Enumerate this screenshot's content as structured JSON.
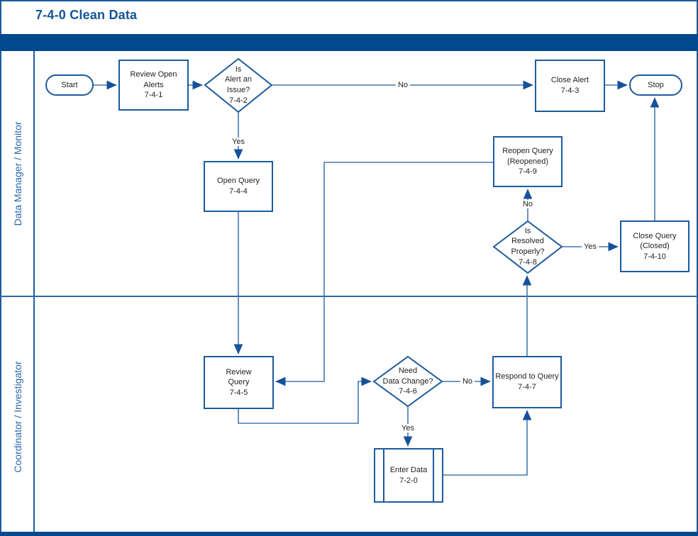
{
  "page": {
    "title": "7-4-0 Clean Data"
  },
  "lanes": [
    {
      "label": "Data Manager / Monitor"
    },
    {
      "label": "Coordinator / Investigator"
    }
  ],
  "nodes": {
    "start": {
      "label": "Start",
      "type": "terminator"
    },
    "review_open_alerts": {
      "label": "Review Open\nAlerts\n7-4-1",
      "type": "process"
    },
    "is_alert_issue": {
      "label": "Is\nAlert an\nIssue?\n7-4-2",
      "type": "decision"
    },
    "close_alert": {
      "label": "Close Alert\n7-4-3",
      "type": "process"
    },
    "stop": {
      "label": "Stop",
      "type": "terminator"
    },
    "open_query": {
      "label": "Open Query\n7-4-4",
      "type": "process"
    },
    "reopen_query": {
      "label": "Reopen Query\n(Reopened)\n7-4-9",
      "type": "process"
    },
    "is_resolved_properly": {
      "label": "Is\nResolved\nProperly?\n7-4-8",
      "type": "decision"
    },
    "close_query": {
      "label": "Close Query\n(Closed)\n7-4-10",
      "type": "process"
    },
    "review_query": {
      "label": "Review\nQuery\n7-4-5",
      "type": "process"
    },
    "need_data_change": {
      "label": "Need\nData Change?\n7-4-6",
      "type": "decision"
    },
    "respond_to_query": {
      "label": "Respond to Query\n7-4-7",
      "type": "process"
    },
    "enter_data": {
      "label": "Enter Data\n7-2-0",
      "type": "predefined-process"
    }
  },
  "edge_labels": {
    "alert_no": "No",
    "alert_yes": "Yes",
    "resolved_no": "No",
    "resolved_yes": "Yes",
    "data_change_no": "No",
    "data_change_yes": "Yes"
  },
  "colors": {
    "header_bar": "#00498e",
    "shape_border": "#1d5a9c",
    "connector": "#4577b3",
    "arrowhead": "#17519a",
    "title_text": "#12549b",
    "lane_text": "#2d66ac"
  }
}
